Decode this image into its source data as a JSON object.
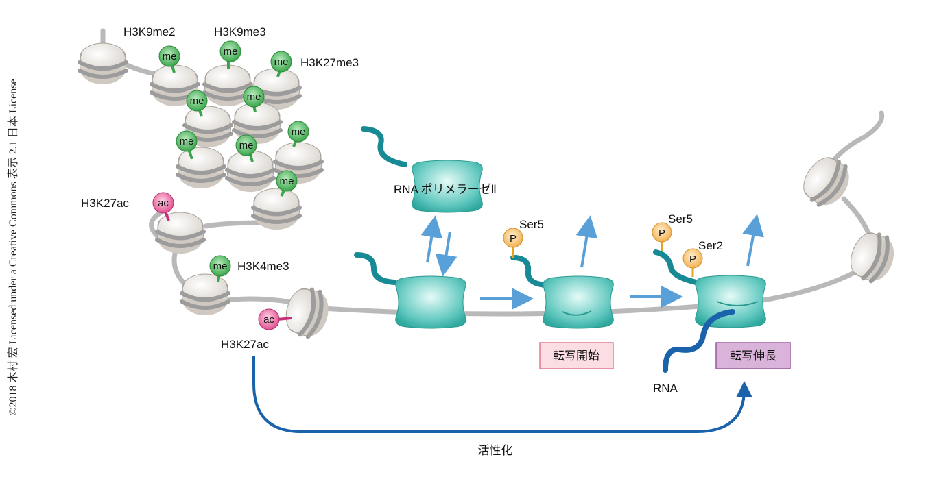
{
  "copyright": "©2018 木村 宏 Licensed under a Creative Commons 表示 2.1 日本 License",
  "modification_labels": {
    "h3k9me2": "H3K9me2",
    "h3k9me3": "H3K9me3",
    "h3k27me3": "H3K27me3",
    "h3k27ac_top": "H3K27ac",
    "h3k4me3": "H3K4me3",
    "h3k27ac_bottom": "H3K27ac"
  },
  "mark_text": {
    "methyl": "me",
    "acetyl": "ac",
    "phospho": "P"
  },
  "polymerase_label": "RNA ポリメラーゼⅡ",
  "ser_labels": {
    "ser5_a": "Ser5",
    "ser5_b": "Ser5",
    "ser2": "Ser2"
  },
  "stage_labels": {
    "initiation": "転写開始",
    "elongation": "転写伸長"
  },
  "rna_label": "RNA",
  "activation_label": "活性化",
  "colors": {
    "methyl_mark": "#5cc26a",
    "acetyl_mark": "#e8559a",
    "phospho_mark": "#f6c36a",
    "polymerase": "#56c6be",
    "dna": "#b9b9b9",
    "rna": "#1a63aa",
    "arrow_light": "#5aa0d8",
    "initiation_box": "#fbdde4",
    "elongation_box": "#d9b3d9"
  }
}
